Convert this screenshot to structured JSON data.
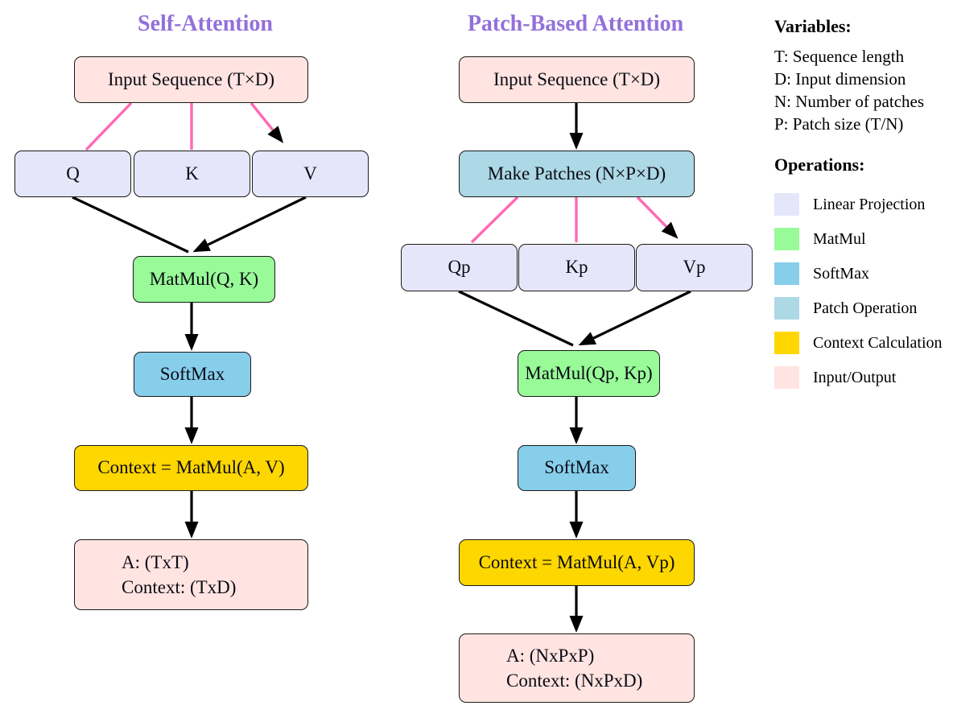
{
  "palette": {
    "title_purple": "#9370DB",
    "linear_projection": "#E6E6FA",
    "matmul": "#98FB98",
    "softmax": "#87CEEB",
    "patch_operation": "#ADD8E6",
    "context_calculation": "#FFD700",
    "input_output": "#FFE4E1",
    "edge_pink": "#FF69B4",
    "edge_black": "#000000",
    "node_border": "#1a1a1a"
  },
  "left_diagram": {
    "title": "Self-Attention",
    "nodes": {
      "input": "Input Sequence (T×D)",
      "q": "Q",
      "k": "K",
      "v": "V",
      "matmul": "MatMul(Q, K)",
      "softmax": "SoftMax",
      "context": "Context = MatMul(A, V)",
      "output": [
        "A: (TxT)",
        "Context: (TxD)"
      ]
    }
  },
  "right_diagram": {
    "title": "Patch-Based Attention",
    "nodes": {
      "input": "Input Sequence (T×D)",
      "make_patches": "Make Patches (N×P×D)",
      "qp": "Qp",
      "kp": "Kp",
      "vp": "Vp",
      "matmul": "MatMul(Qp, Kp)",
      "softmax": "SoftMax",
      "context": "Context = MatMul(A, Vp)",
      "output": [
        "A: (NxPxP)",
        "Context: (NxPxD)"
      ]
    }
  },
  "legend": {
    "variables_title": "Variables:",
    "variables": [
      "T: Sequence length",
      "D: Input dimension",
      "N: Number of patches",
      "P: Patch size (T/N)"
    ],
    "operations_title": "Operations:",
    "operations": [
      {
        "label": "Linear Projection",
        "color": "#E6E6FA"
      },
      {
        "label": "MatMul",
        "color": "#98FB98"
      },
      {
        "label": "SoftMax",
        "color": "#87CEEB"
      },
      {
        "label": "Patch Operation",
        "color": "#ADD8E6"
      },
      {
        "label": "Context Calculation",
        "color": "#FFD700"
      },
      {
        "label": "Input/Output",
        "color": "#FFE4E1"
      }
    ]
  }
}
